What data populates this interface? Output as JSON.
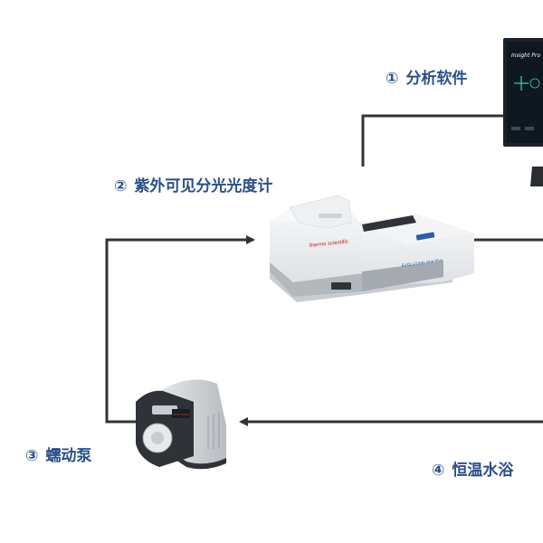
{
  "colors": {
    "label_text": "#2b4f87",
    "connector_line": "#333333",
    "device_white": "#eceef0",
    "device_gray": "#9ba2a8",
    "device_dark": "#2f3338",
    "screen_dark": "#0f1820",
    "screen_accent": "#2fd6b2"
  },
  "labels": {
    "software": {
      "num": "①",
      "text": "分析软件"
    },
    "spectrophotometer": {
      "num": "②",
      "text": "紫外可见分光光度计"
    },
    "pump": {
      "num": "③",
      "text": "蠕动泵"
    },
    "water_bath": {
      "num": "④",
      "text": "恒温水浴"
    }
  },
  "devices": {
    "monitor": {
      "screen_title": "Insight Pro"
    },
    "spectrophotometer": {
      "brand_text": "thermo scientific",
      "model_text": "EVOLUTION One Plus"
    },
    "pump": {
      "display_text": "LEAD FLUID"
    }
  }
}
